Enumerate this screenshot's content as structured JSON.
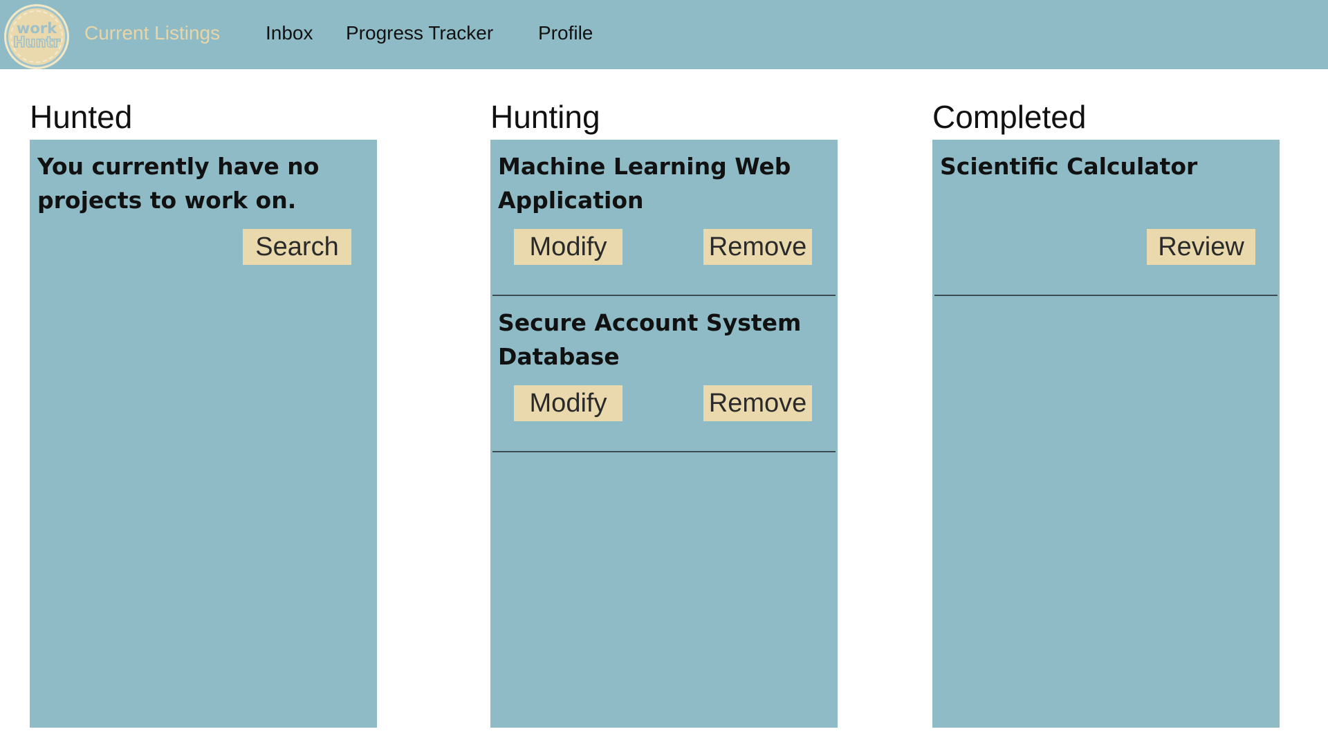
{
  "logo": {
    "line1": "work",
    "line2": "Huntr"
  },
  "nav": {
    "current_listings": "Current Listings",
    "inbox": "Inbox",
    "progress_tracker": "Progress Tracker",
    "profile": "Profile",
    "active_color": "#e6d6a8"
  },
  "colors": {
    "bar": "#8fbbc7",
    "panel": "#8fbbc7",
    "button": "#e9d9ad"
  },
  "hunted": {
    "title": "Hunted",
    "empty_message": "You currently have no projects to work on.",
    "search_label": "Search"
  },
  "hunting": {
    "title": "Hunting",
    "items": [
      {
        "name": "Machine Learning Web Application",
        "modify": "Modify",
        "remove": "Remove"
      },
      {
        "name": "Secure Account System Database",
        "modify": "Modify",
        "remove": "Remove"
      }
    ]
  },
  "completed": {
    "title": "Completed",
    "items": [
      {
        "name": "Scientific Calculator",
        "review": "Review"
      }
    ]
  }
}
